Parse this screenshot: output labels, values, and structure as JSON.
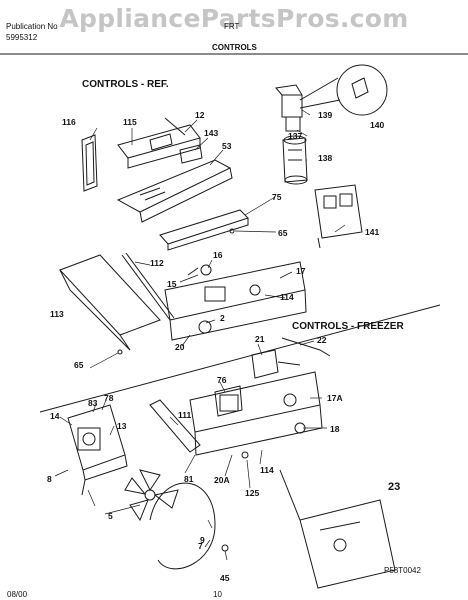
{
  "header": {
    "publication_no": "Publication No",
    "doc_code": "5995312",
    "model_code": "FRT",
    "section_title": "CONTROLS"
  },
  "watermark": "AppliancePartsPros.com",
  "sections": {
    "refrigerator": "CONTROLS - REF.",
    "freezer": "CONTROLS - FREEZER"
  },
  "callouts": [
    "116",
    "115",
    "12",
    "143",
    "53",
    "139",
    "137",
    "138",
    "140",
    "75",
    "65",
    "141",
    "16",
    "112",
    "15",
    "17",
    "113",
    "114",
    "2",
    "20",
    "65",
    "22",
    "21",
    "76",
    "83",
    "78",
    "14",
    "111",
    "17A",
    "13",
    "18",
    "114",
    "20A",
    "125",
    "8",
    "81",
    "23",
    "5",
    "9",
    "7",
    "45"
  ],
  "footer": {
    "date": "08/00",
    "page": "10",
    "figure_code": "P58T0042"
  },
  "colors": {
    "line": "#1a1a1a",
    "watermark": "#969696"
  }
}
